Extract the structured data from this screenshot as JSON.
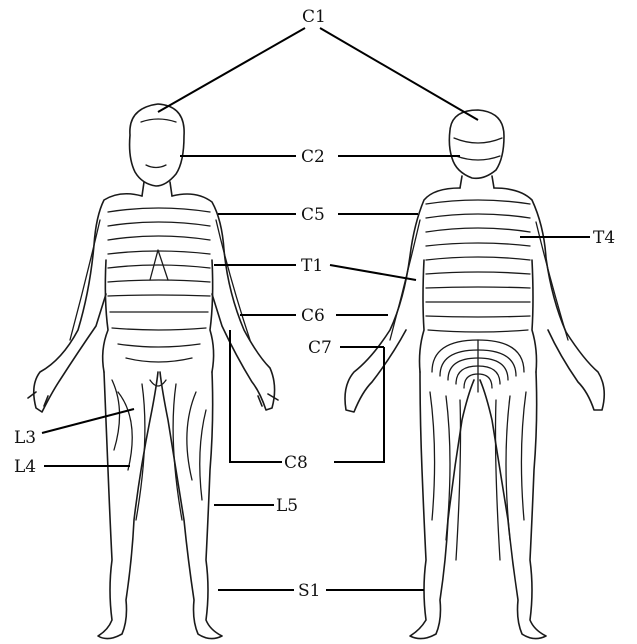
{
  "labels": {
    "c1": "C1",
    "c2": "C2",
    "c5": "C5",
    "t1": "T1",
    "t4": "T4",
    "c6": "C6",
    "c7": "C7",
    "c8": "C8",
    "l3": "L3",
    "l4": "L4",
    "l5": "L5",
    "s1": "S1"
  }
}
